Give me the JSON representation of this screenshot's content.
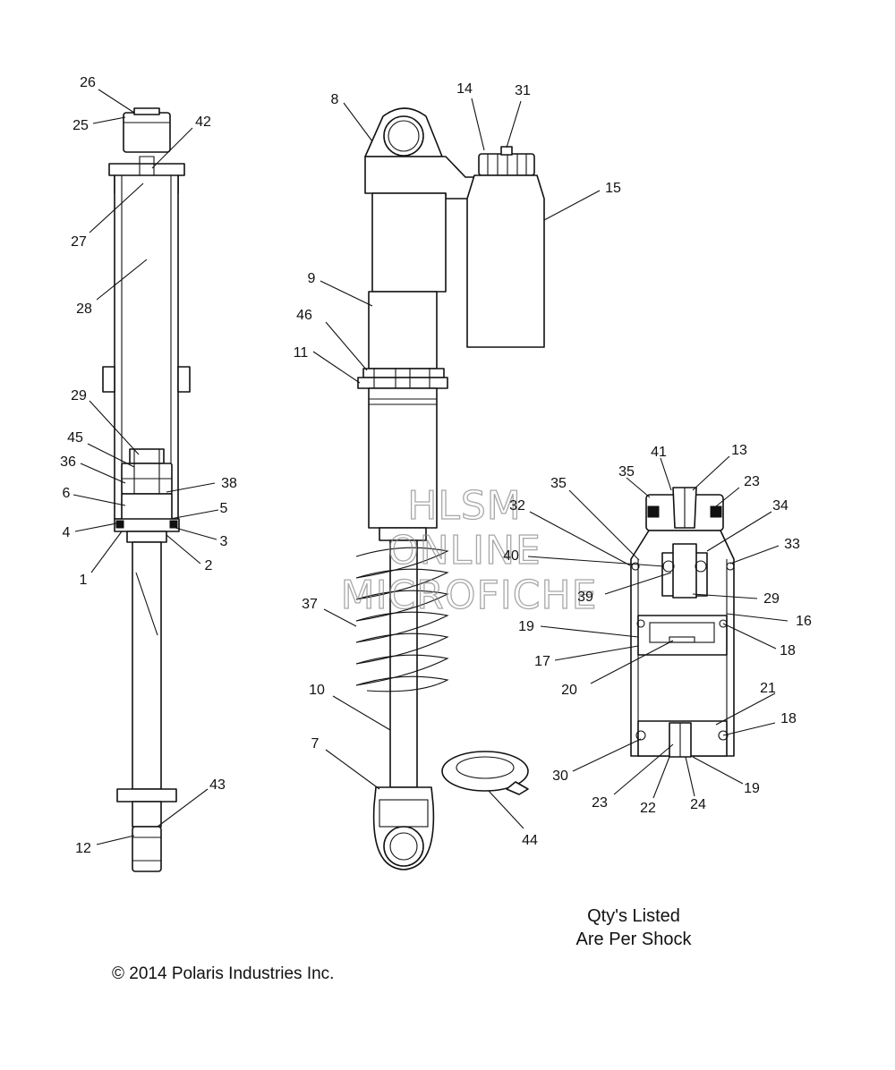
{
  "diagram": {
    "callouts": [
      "26",
      "25",
      "42",
      "27",
      "28",
      "29",
      "45",
      "36",
      "38",
      "6",
      "5",
      "4",
      "3",
      "1",
      "2",
      "43",
      "12",
      "8",
      "14",
      "31",
      "15",
      "9",
      "46",
      "11",
      "37",
      "10",
      "7",
      "44",
      "41",
      "13",
      "35",
      "23",
      "35",
      "32",
      "34",
      "33",
      "40",
      "39",
      "29",
      "19",
      "16",
      "18",
      "17",
      "20",
      "21",
      "18",
      "30",
      "23",
      "22",
      "24",
      "19"
    ],
    "note": [
      "Qty's Listed",
      "Are Per Shock"
    ],
    "copyright": "© 2014 Polaris Industries Inc.",
    "watermark": [
      "HLSM",
      "ONLINE",
      "MICROFICHE"
    ]
  }
}
